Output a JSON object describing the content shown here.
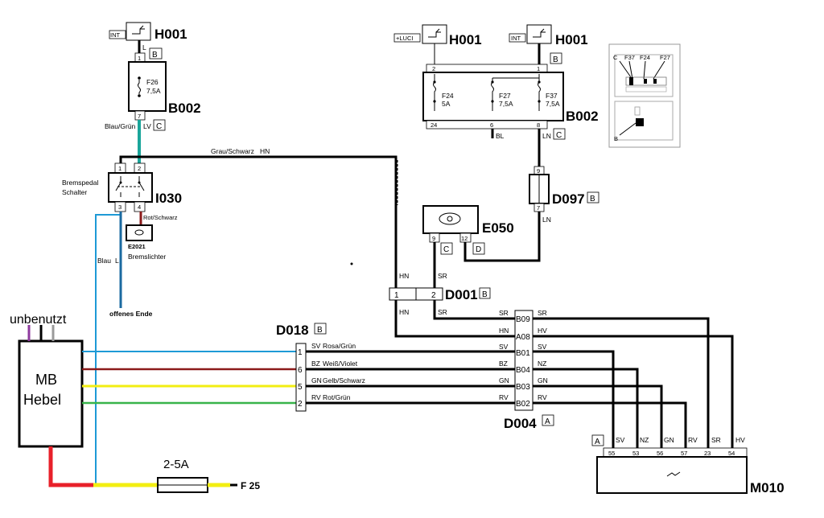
{
  "components": {
    "h001_left": {
      "name": "H001",
      "tag": "INT"
    },
    "h001_mid": {
      "name": "H001",
      "tag": "+LUCI"
    },
    "h001_right": {
      "name": "H001",
      "tag": "INT"
    },
    "b002_left": {
      "name": "B002",
      "fuse": "F26",
      "amp": "7,5A"
    },
    "b002_right": {
      "name": "B002",
      "fuses": [
        {
          "name": "F24",
          "amp": "5A"
        },
        {
          "name": "F27",
          "amp": "7,5A"
        },
        {
          "name": "F37",
          "amp": "7,5A"
        }
      ]
    },
    "i030": {
      "name": "I030",
      "label_line1": "Bremspedal",
      "label_line2": "Schalter"
    },
    "e2021": {
      "name": "E2021",
      "label": "Bremslichter"
    },
    "e050": {
      "name": "E050"
    },
    "d097": {
      "name": "D097"
    },
    "d001": {
      "name": "D001"
    },
    "d018": {
      "name": "D018"
    },
    "d004": {
      "name": "D004"
    },
    "m010": {
      "name": "M010"
    },
    "mb_hebel": {
      "line1": "MB",
      "line2": "Hebel"
    },
    "unused": "unbenutzt",
    "fuse_inline": "2-5A",
    "fuse_ref": "F 25"
  },
  "letters": {
    "A": "A",
    "B": "B",
    "C": "C",
    "D": "D",
    "L": "L"
  },
  "wires": {
    "blau_gruen": "Blau/Grün",
    "lv": "LV",
    "grau_schwarz": "Grau/Schwarz",
    "hn": "HN",
    "rot_schwarz": "Rot/Schwarz",
    "blau": "Blau",
    "offenes_ende": "offenes Ende",
    "sr": "SR",
    "bl": "BL",
    "ln": "LN",
    "rosa_gruen": "Rosa/Grün",
    "weiss_violet": "Weiß/Violet",
    "gelb_schwarz": "Gelb/Schwarz",
    "rot_gruen": "Rot/Grün"
  },
  "pins": {
    "b002l_top": "1",
    "b002l_bot": "7",
    "b002r_top_a": "2",
    "b002r_top_b": "1",
    "b002r_bot_a": "24",
    "b002r_bot_b": "6",
    "b002r_bot_c": "8",
    "i030_1": "1",
    "i030_2": "2",
    "i030_3": "3",
    "i030_4": "4",
    "d097_top": "9",
    "d097_bot": "7",
    "e050_a": "9",
    "e050_b": "12",
    "d001_a": "1",
    "d001_b": "2",
    "d018": [
      "1",
      "6",
      "5",
      "2"
    ],
    "d004": [
      "B09",
      "A08",
      "B01",
      "B04",
      "B03",
      "B02"
    ],
    "m010": [
      "55",
      "53",
      "56",
      "57",
      "23",
      "54"
    ]
  },
  "codes": {
    "d018": [
      "SV",
      "BZ",
      "GN",
      "RV"
    ],
    "d004_left": [
      "SR",
      "HN",
      "SV",
      "BZ",
      "GN",
      "RV"
    ],
    "d004_right": [
      "SR",
      "HV",
      "SV",
      "NZ",
      "GN",
      "RV"
    ],
    "m010": [
      "SV",
      "NZ",
      "GN",
      "RV",
      "SR",
      "HV"
    ]
  },
  "inset": {
    "c": "C",
    "f37": "F37",
    "f24": "F24",
    "f27": "F27",
    "b": "B"
  },
  "colors": {
    "blue": "#1e9ad6",
    "teal": "#1aa59a",
    "darkred": "#8b1a1a",
    "red": "#e8202a",
    "yellow": "#f2ee12",
    "green": "#38b44a",
    "purple": "#8e3a9e",
    "gray": "#9a9a9a"
  }
}
